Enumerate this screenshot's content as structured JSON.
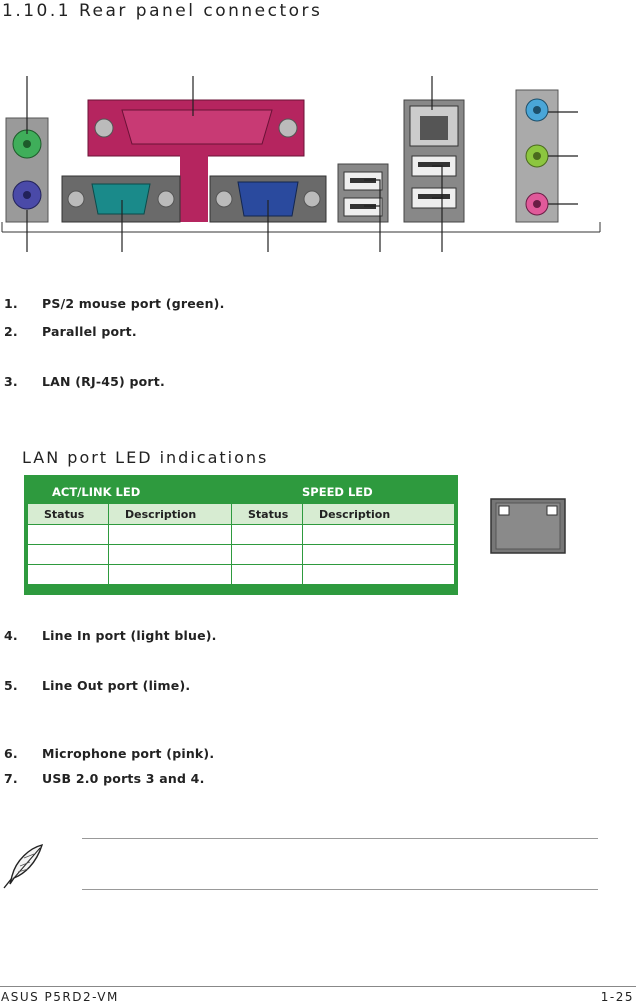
{
  "heading": "1.10.1 Rear panel connectors",
  "items": [
    {
      "num": "1.",
      "text": "PS/2 mouse port (green)."
    },
    {
      "num": "2.",
      "text": "Parallel port."
    },
    {
      "num": "3.",
      "text": "LAN (RJ-45) port."
    },
    {
      "num": "4.",
      "text": "Line In port (light blue)."
    },
    {
      "num": "5.",
      "text": "Line Out port (lime)."
    },
    {
      "num": "6.",
      "text": "Microphone port (pink)."
    },
    {
      "num": "7.",
      "text": "USB 2.0 ports 3 and 4."
    }
  ],
  "led_section": {
    "title": "LAN port LED indications",
    "act_link_header": "ACT/LINK LED",
    "speed_header": "SPEED LED",
    "status_label": "Status",
    "description_label": "Description",
    "status_label_2": "Status",
    "description_label_2": "Description"
  },
  "footer": {
    "left": "ASUS P5RD2-VM",
    "right": "1-25"
  },
  "colors": {
    "table_green": "#2e9a3e",
    "parallel": "#b5255f",
    "serial": "#1a8a8a",
    "vga": "#2a4a9e",
    "ps2_mouse": "#3fae5a",
    "ps2_kbd": "#4a4aa8",
    "line_in": "#4aa6d8",
    "line_out": "#8cc63f",
    "mic": "#e05a9a"
  }
}
